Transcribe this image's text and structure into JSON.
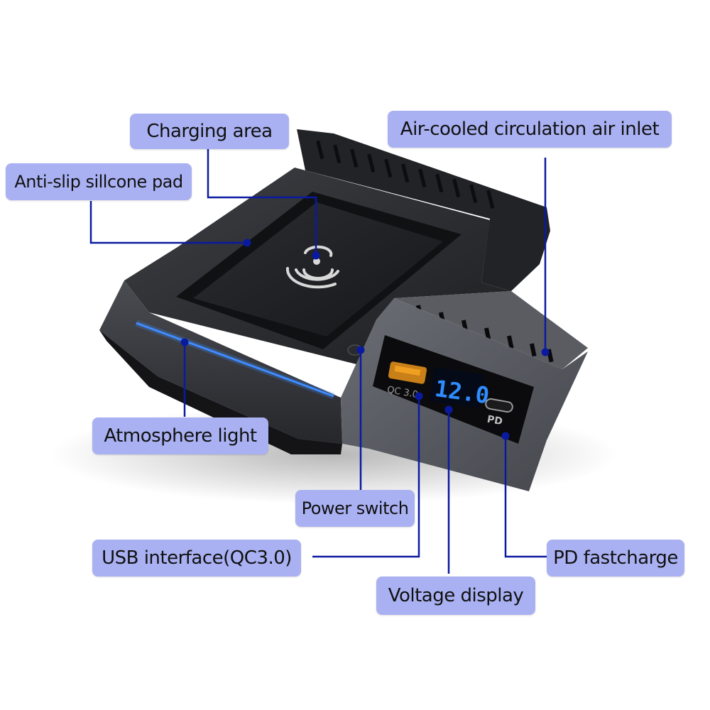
{
  "labels": {
    "charging_area": "Charging area",
    "air_inlet": "Air-cooled circulation air inlet",
    "anti_slip_pad": "Anti-slip sillcone pad",
    "atmosphere_light": "Atmosphere light",
    "power_switch": "Power switch",
    "usb_interface": "USB interface(QC3.0)",
    "pd_fastcharge": "PD fastcharge",
    "voltage_display": "Voltage display"
  },
  "device": {
    "voltage_readout": "12.0",
    "qc_port_label": "QC 3.0",
    "pd_port_label": "PD"
  },
  "colors": {
    "callout_bg": "#a9b1f2",
    "leader_line": "#0a1aa0",
    "atmosphere_light": "#3f8cff",
    "display_digits": "#2f8dff",
    "usb_port": "#f0a020"
  }
}
